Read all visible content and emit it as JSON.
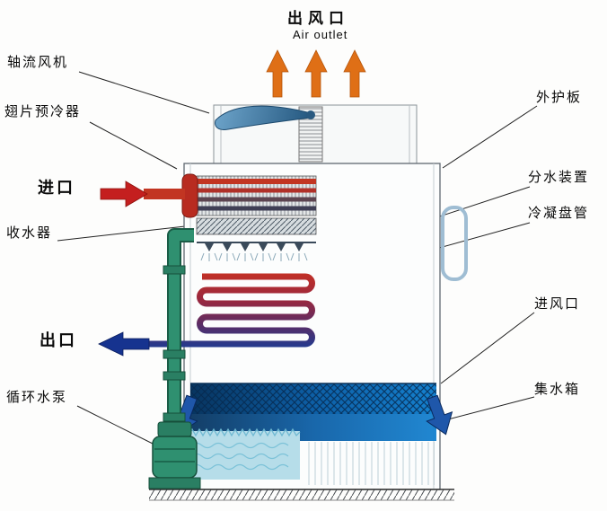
{
  "title": {
    "zh": "出风口",
    "en": "Air outlet"
  },
  "labels": {
    "axial_fan": "轴流风机",
    "fin_precooler": "翅片预冷器",
    "inlet": "进口",
    "water_collector": "收水器",
    "outlet": "出口",
    "circulating_pump": "循环水泵",
    "outer_panel": "外护板",
    "water_distributor": "分水装置",
    "condensing_coil": "冷凝盘管",
    "air_inlet": "进风口",
    "water_tank": "集水箱"
  },
  "colors": {
    "air_outlet_arrow": "#df6f16",
    "inlet_pipe": "#c23522",
    "outlet_pipe": "#16338f",
    "circulating_pipe": "#2f9070",
    "tank_water": "#0d5fa6",
    "basin_water": "#b6dde9",
    "coil_hot": "#c23026",
    "coil_cold": "#1c3c94"
  }
}
